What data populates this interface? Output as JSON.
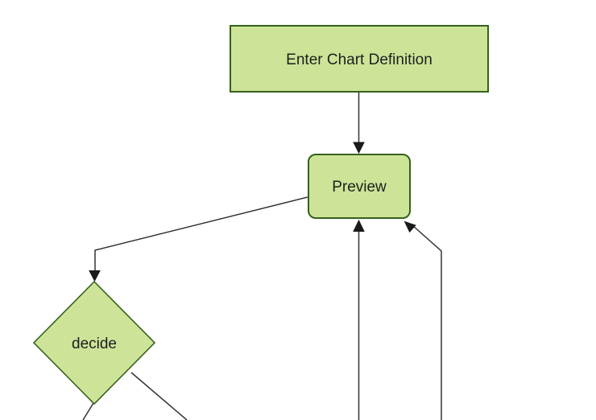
{
  "diagram": {
    "type": "flowchart",
    "background": "#ffffff",
    "colors": {
      "node_fill": "#cde498",
      "node_border": "#35611c",
      "edge_line": "#333333",
      "arrowhead": "#1a1a1a",
      "label_text": "#1f1f1f"
    },
    "nodes": {
      "enter_chart_definition": {
        "label": "Enter Chart Definition",
        "shape": "rectangle"
      },
      "preview": {
        "label": "Preview",
        "shape": "rounded-rectangle"
      },
      "decide": {
        "label": "decide",
        "shape": "diamond"
      }
    },
    "edges": [
      {
        "from": "enter_chart_definition",
        "to": "preview",
        "arrowhead": true
      },
      {
        "from": "preview",
        "to": "decide",
        "arrowhead": true
      },
      {
        "from": "offscreen-bottom-middle",
        "to": "preview",
        "arrowhead": true
      },
      {
        "from": "offscreen-bottom-right",
        "to": "preview",
        "arrowhead": true
      },
      {
        "from": "decide",
        "to": "offscreen-bottom-left",
        "arrowhead": false
      },
      {
        "from": "decide",
        "to": "offscreen-bottom-right",
        "arrowhead": false
      }
    ]
  }
}
